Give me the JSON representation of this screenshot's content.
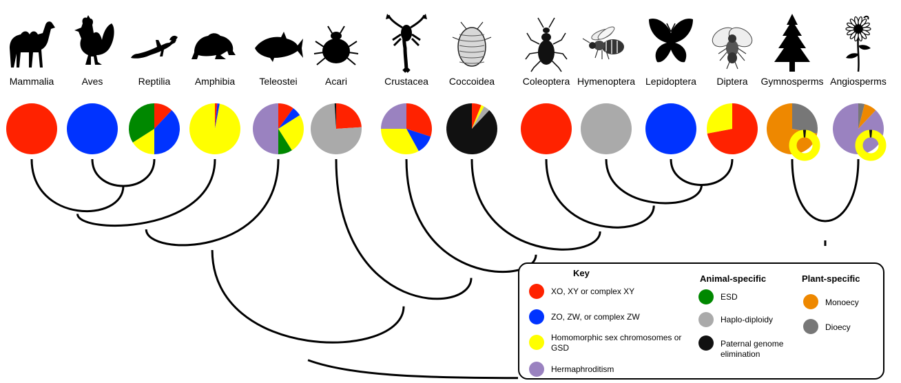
{
  "taxa": [
    {
      "label": "Mammalia",
      "icon": "camel-silhouette-icon",
      "slices": [
        {
          "color": "#ff2200",
          "value": 100
        }
      ]
    },
    {
      "label": "Aves",
      "icon": "rooster-silhouette-icon",
      "slices": [
        {
          "color": "#0033ff",
          "value": 100
        }
      ]
    },
    {
      "label": "Reptilia",
      "icon": "lizard-silhouette-icon",
      "slices": [
        {
          "color": "#ff2200",
          "value": 12
        },
        {
          "color": "#0033ff",
          "value": 38
        },
        {
          "color": "#ffff00",
          "value": 16
        },
        {
          "color": "#008800",
          "value": 34
        }
      ]
    },
    {
      "label": "Amphibia",
      "icon": "frog-silhouette-icon",
      "slices": [
        {
          "color": "#ff2200",
          "value": 1.5
        },
        {
          "color": "#0033ff",
          "value": 1.5
        },
        {
          "color": "#ffff00",
          "value": 97
        }
      ]
    },
    {
      "label": "Teleostei",
      "icon": "fish-silhouette-icon",
      "slices": [
        {
          "color": "#ff2200",
          "value": 10
        },
        {
          "color": "#0033ff",
          "value": 6
        },
        {
          "color": "#ffff00",
          "value": 25
        },
        {
          "color": "#008800",
          "value": 9
        },
        {
          "color": "#9a82c0",
          "value": 50
        }
      ]
    },
    {
      "label": "Acari",
      "icon": "tick-silhouette-icon",
      "slices": [
        {
          "color": "#ff2200",
          "value": 24
        },
        {
          "color": "#aaaaaa",
          "value": 75
        },
        {
          "color": "#111111",
          "value": 1
        }
      ]
    },
    {
      "label": "Crustacea",
      "icon": "scorpion-silhouette-icon",
      "slices": [
        {
          "color": "#ff2200",
          "value": 30
        },
        {
          "color": "#0033ff",
          "value": 12
        },
        {
          "color": "#ffff00",
          "value": 33
        },
        {
          "color": "#9a82c0",
          "value": 25
        }
      ]
    },
    {
      "label": "Coccoidea",
      "icon": "scale-insect-drawing-icon",
      "slices": [
        {
          "color": "#ff2200",
          "value": 6
        },
        {
          "color": "#ffff00",
          "value": 2
        },
        {
          "color": "#aaaaaa",
          "value": 4
        },
        {
          "color": "#111111",
          "value": 88
        }
      ]
    },
    {
      "label": "Coleoptera",
      "icon": "beetle-drawing-icon",
      "slices": [
        {
          "color": "#ff2200",
          "value": 100
        }
      ]
    },
    {
      "label": "Hymenoptera",
      "icon": "bee-drawing-icon",
      "slices": [
        {
          "color": "#aaaaaa",
          "value": 100
        }
      ]
    },
    {
      "label": "Lepidoptera",
      "icon": "butterfly-silhouette-icon",
      "slices": [
        {
          "color": "#0033ff",
          "value": 100
        }
      ]
    },
    {
      "label": "Diptera",
      "icon": "fly-drawing-icon",
      "slices": [
        {
          "color": "#ff2200",
          "value": 72
        },
        {
          "color": "#ffff00",
          "value": 28
        }
      ]
    },
    {
      "label": "Gymnosperms",
      "icon": "conifer-silhouette-icon",
      "slices": [
        {
          "color": "#777777",
          "value": 28
        },
        {
          "color": "#ee8800",
          "value": 72
        }
      ],
      "ring_gap": 3
    },
    {
      "label": "Angiosperms",
      "icon": "flower-silhouette-icon",
      "slices": [
        {
          "color": "#777777",
          "value": 4
        },
        {
          "color": "#ee8800",
          "value": 8
        },
        {
          "color": "#9a82c0",
          "value": 88
        }
      ],
      "ring_gap": 3
    }
  ],
  "legend": {
    "key_title": "Key",
    "animal_title": "Animal-specific",
    "plant_title": "Plant-specific",
    "key_items": [
      {
        "color": "#ff2200",
        "label": "XO, XY or complex XY"
      },
      {
        "color": "#0033ff",
        "label": "ZO, ZW, or complex ZW"
      },
      {
        "color": "#ffff00",
        "label": "Homomorphic sex chromosomes or GSD"
      },
      {
        "color": "#9a82c0",
        "label": "Hermaphroditism"
      }
    ],
    "animal_items": [
      {
        "color": "#008800",
        "label": "ESD"
      },
      {
        "color": "#aaaaaa",
        "label": "Haplo-diploidy"
      },
      {
        "color": "#111111",
        "label": "Paternal genome elimination"
      }
    ],
    "plant_items": [
      {
        "color": "#ee8800",
        "label": "Monoecy"
      },
      {
        "color": "#777777",
        "label": "Dioecy"
      }
    ]
  }
}
